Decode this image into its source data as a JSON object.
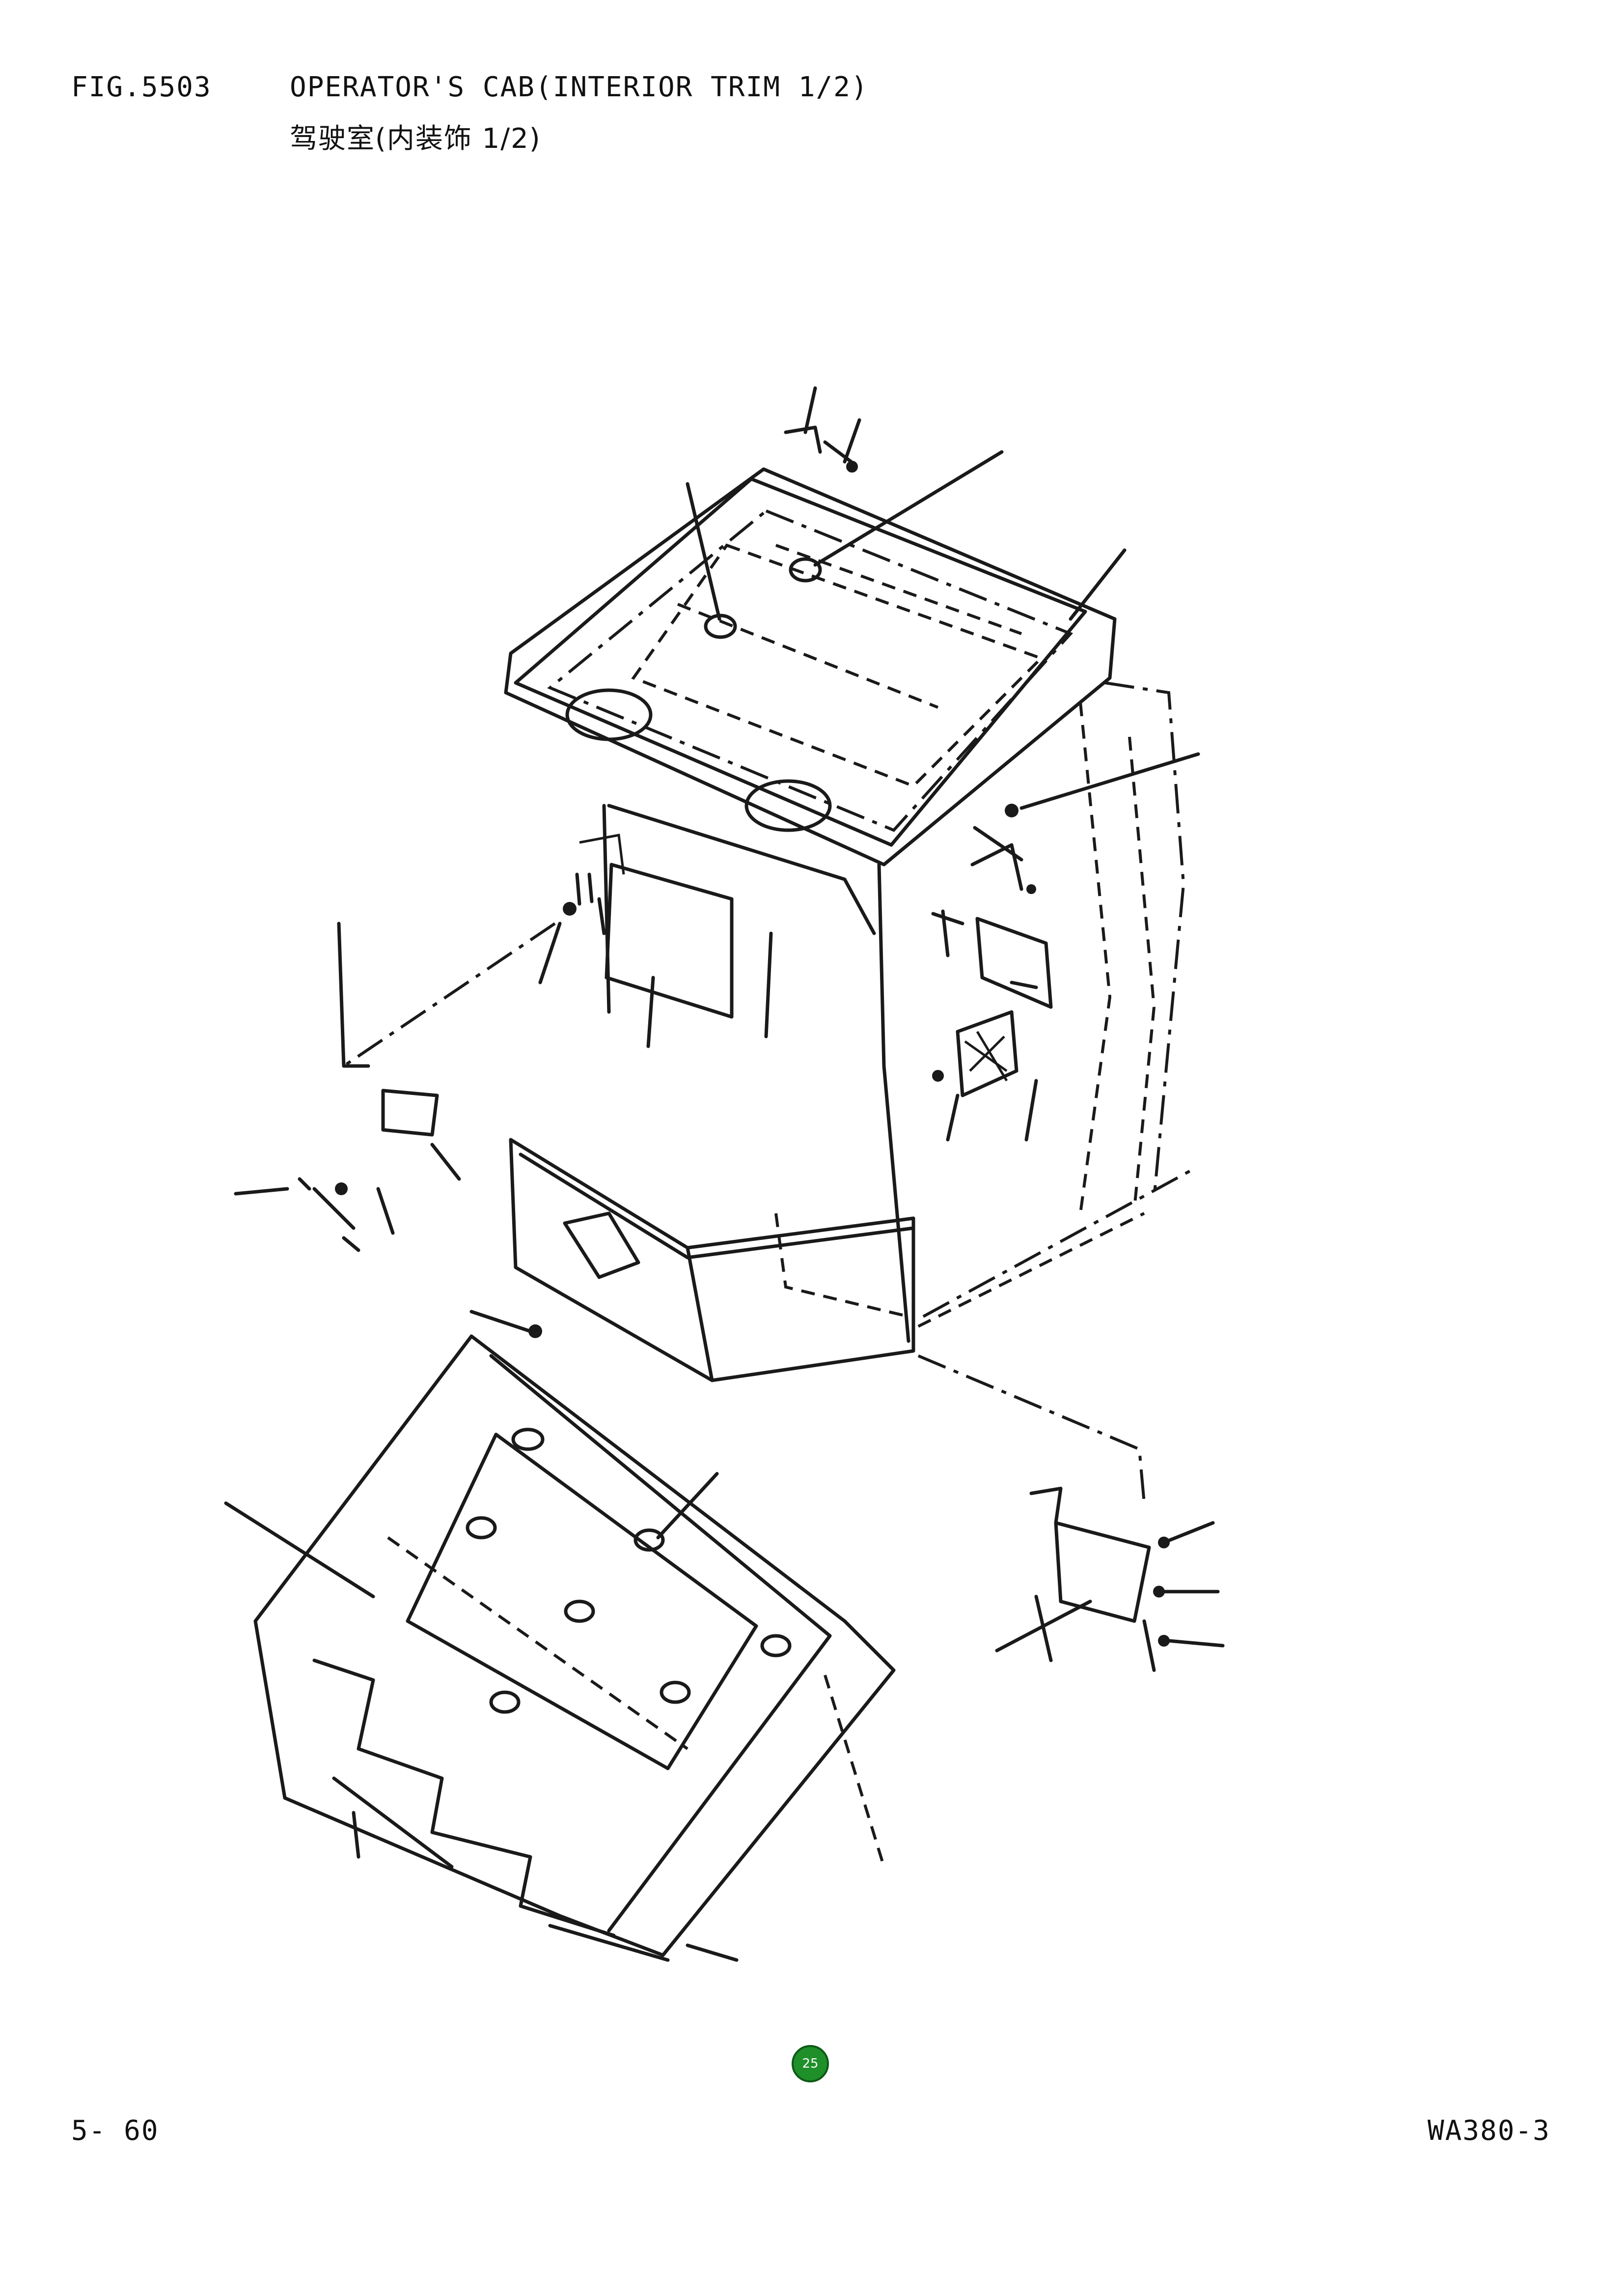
{
  "header": {
    "fig_code": "FIG.5503",
    "title_en": "OPERATOR'S CAB(INTERIOR TRIM 1/2)",
    "title_zh": "驾驶室(内装饰 1/2)"
  },
  "footer": {
    "page_number": "5- 60",
    "model_code": "WA380-3"
  },
  "badge": {
    "label": "25",
    "color": "#1f8f2a"
  }
}
